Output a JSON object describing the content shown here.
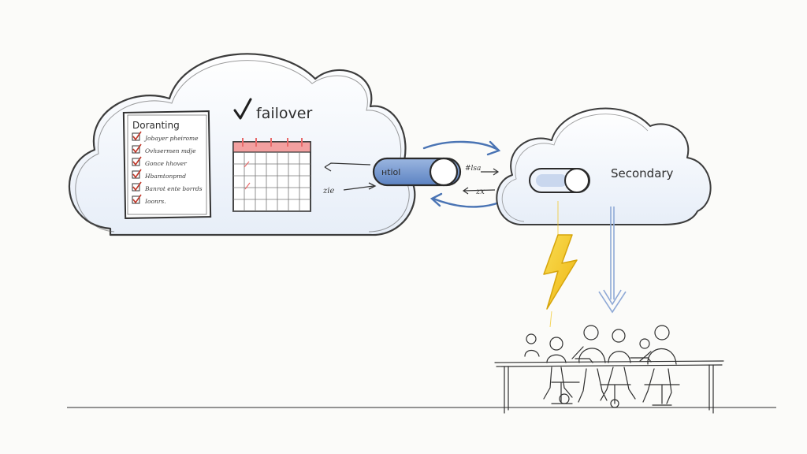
{
  "primary": {
    "title": "failover",
    "checklist": {
      "heading": "Doranting",
      "items": [
        "Jobayer pheirome",
        "Ovhsermen mdje",
        "Gonce hhover",
        "Hbamtonpmd",
        "Banrot ente borrds",
        "Ioonrs."
      ]
    },
    "switch_label": "ʜtiol",
    "note_left": "zie"
  },
  "secondary": {
    "label": "Secondary",
    "note_top": "#lsa",
    "note_bottom": "zx"
  },
  "colors": {
    "ink": "#2d2d2d",
    "blue_accent": "#4a74b4",
    "lightning": "#f2c418",
    "calendar_header": "#e86a6a",
    "check_red": "#c0392b"
  },
  "icons": [
    "checkmark-icon",
    "lightning-icon",
    "down-arrow-icon",
    "sync-arrows-icon",
    "calendar-icon",
    "checklist-icon"
  ]
}
